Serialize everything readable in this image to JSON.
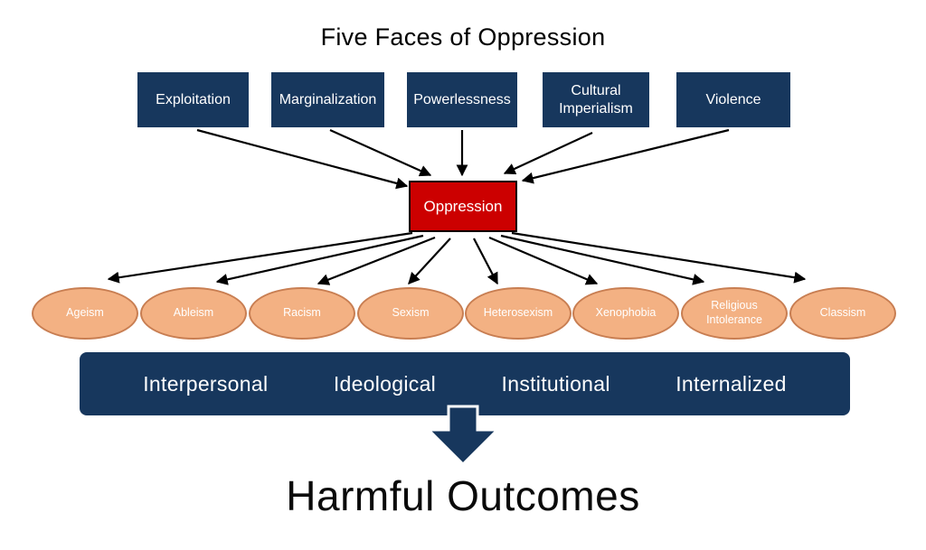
{
  "title": "Five Faces of Oppression",
  "faces": [
    {
      "label": "Exploitation"
    },
    {
      "label": "Marginalization"
    },
    {
      "label": "Powerlessness"
    },
    {
      "label": "Cultural Imperialism"
    },
    {
      "label": "Violence"
    }
  ],
  "center": {
    "label": "Oppression"
  },
  "isms": [
    {
      "label": "Ageism"
    },
    {
      "label": "Ableism"
    },
    {
      "label": "Racism"
    },
    {
      "label": "Sexism"
    },
    {
      "label": "Heterosexism"
    },
    {
      "label": "Xenophobia"
    },
    {
      "label": "Religious Intolerance"
    },
    {
      "label": "Classism"
    }
  ],
  "levels": [
    {
      "label": "Interpersonal"
    },
    {
      "label": "Ideological"
    },
    {
      "label": "Institutional"
    },
    {
      "label": "Internalized"
    }
  ],
  "outcome": {
    "label": "Harmful Outcomes"
  },
  "colors": {
    "navy": "#17375D",
    "red": "#CC0000",
    "peach_fill": "#F3B183",
    "peach_stroke": "#C87E52",
    "arrow": "#000000"
  }
}
